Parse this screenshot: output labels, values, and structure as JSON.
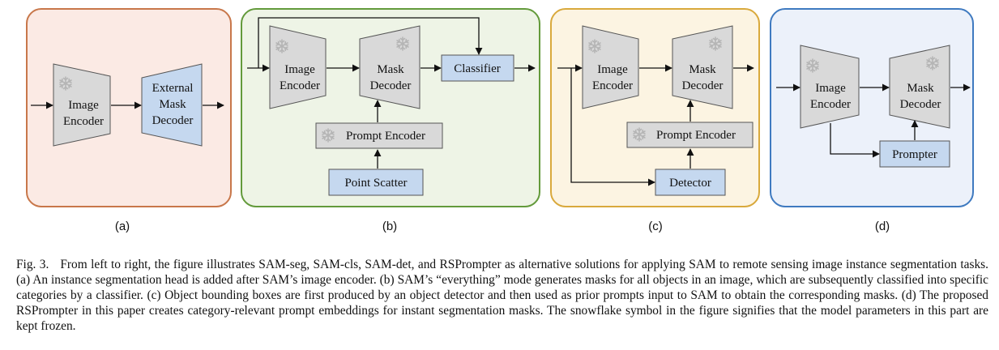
{
  "colors": {
    "panel_a_fill": "#fbeae4",
    "panel_a_stroke": "#c8774a",
    "panel_b_fill": "#eef4e6",
    "panel_b_stroke": "#639a3b",
    "panel_c_fill": "#fcf4e2",
    "panel_c_stroke": "#d9a93c",
    "panel_d_fill": "#ecf1fa",
    "panel_d_stroke": "#3f7ac0",
    "frozen_fill": "#d9d9d9",
    "trainable_fill": "#c5d8ef"
  },
  "panels": {
    "a": {
      "label": "(a)",
      "image_encoder": [
        "Image",
        "Encoder"
      ],
      "mask_decoder": [
        "External",
        "Mask",
        "Decoder"
      ]
    },
    "b": {
      "label": "(b)",
      "image_encoder": [
        "Image",
        "Encoder"
      ],
      "mask_decoder": [
        "Mask",
        "Decoder"
      ],
      "classifier": "Classifier",
      "prompt_encoder": "Prompt Encoder",
      "point_scatter": "Point Scatter"
    },
    "c": {
      "label": "(c)",
      "image_encoder": [
        "Image",
        "Encoder"
      ],
      "mask_decoder": [
        "Mask",
        "Decoder"
      ],
      "prompt_encoder": "Prompt Encoder",
      "detector": "Detector"
    },
    "d": {
      "label": "(d)",
      "image_encoder": [
        "Image",
        "Encoder"
      ],
      "mask_decoder": [
        "Mask",
        "Decoder"
      ],
      "prompter": "Prompter"
    }
  },
  "icons": {
    "frozen": "snowflake-icon"
  },
  "caption": {
    "fig_label": "Fig. 3.",
    "text": "From left to right, the figure illustrates SAM-seg, SAM-cls, SAM-det, and RSPrompter as alternative solutions for applying SAM to remote sensing image instance segmentation tasks. (a) An instance segmentation head is added after SAM’s image encoder. (b) SAM’s “everything” mode generates masks for all objects in an image, which are subsequently classified into specific categories by a classifier. (c) Object bounding boxes are first produced by an object detector and then used as prior prompts input to SAM to obtain the corresponding masks. (d) The proposed RSPrompter in this paper creates category-relevant prompt embeddings for instant segmentation masks. The snowflake symbol in the figure signifies that the model parameters in this part are kept frozen."
  }
}
